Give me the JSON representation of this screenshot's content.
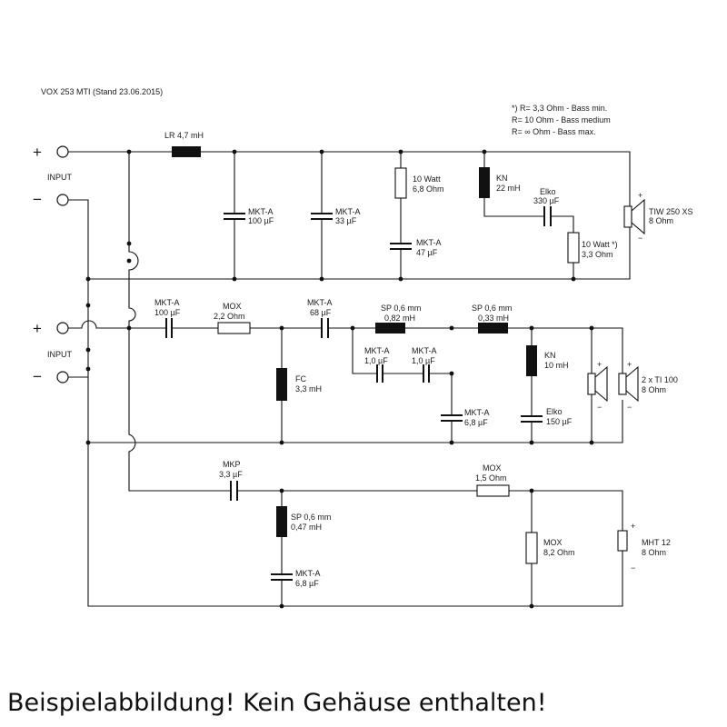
{
  "title": "VOX 253 MTI (Stand 23.06.2015)",
  "notes": [
    "*) R= 3,3 Ohm - Bass min.",
    "R= 10 Ohm - Bass medium",
    "R=    ∞ Ohm - Bass max."
  ],
  "input_label": "INPUT",
  "plus": "+",
  "minus": "−",
  "woofer": {
    "lr": [
      "LR 4,7 mH"
    ],
    "c1": [
      "MKT-A",
      "100 µF"
    ],
    "c2": [
      "MKT-A",
      "33 µF"
    ],
    "r1": [
      "10 Watt",
      "6,8 Ohm"
    ],
    "c3": [
      "MKT-A",
      "47 µF"
    ],
    "kn": [
      "KN",
      "22 mH"
    ],
    "elko": [
      "Elko",
      "330 µF"
    ],
    "r2": [
      "10 Watt *)",
      "3,3 Ohm"
    ],
    "speaker": [
      "TIW 250 XS",
      "8 Ohm"
    ]
  },
  "mid": {
    "c1": [
      "MKT-A",
      "100 µF"
    ],
    "mox": [
      "MOX",
      "2,2 Ohm"
    ],
    "c2": [
      "MKT-A",
      "68 µF"
    ],
    "sp1": [
      "SP 0,6 mm",
      "0,82 mH"
    ],
    "sp2": [
      "SP 0,6 mm",
      "0,33 mH"
    ],
    "fc": [
      "FC",
      "3,3 mH"
    ],
    "c3": [
      "MKT-A",
      "1,0 µF"
    ],
    "c4": [
      "MKT-A",
      "1,0 µF"
    ],
    "c5": [
      "MKT-A",
      "6,8 µF"
    ],
    "kn": [
      "KN",
      "10 mH"
    ],
    "elko": [
      "Elko",
      "150 µF"
    ],
    "speaker": [
      "2 x TI 100",
      "8 Ohm"
    ]
  },
  "tweeter": {
    "mkp": [
      "MKP",
      "3,3 µF"
    ],
    "mox1": [
      "MOX",
      "1,5 Ohm"
    ],
    "sp": [
      "SP 0,6 mm",
      "0,47 mH"
    ],
    "c1": [
      "MKT-A",
      "6,8 µF"
    ],
    "mox2": [
      "MOX",
      "8,2 Ohm"
    ],
    "speaker": [
      "MHT 12",
      "8 Ohm"
    ]
  },
  "caption": "Beispielabbildung! Kein Gehäuse enthalten!"
}
